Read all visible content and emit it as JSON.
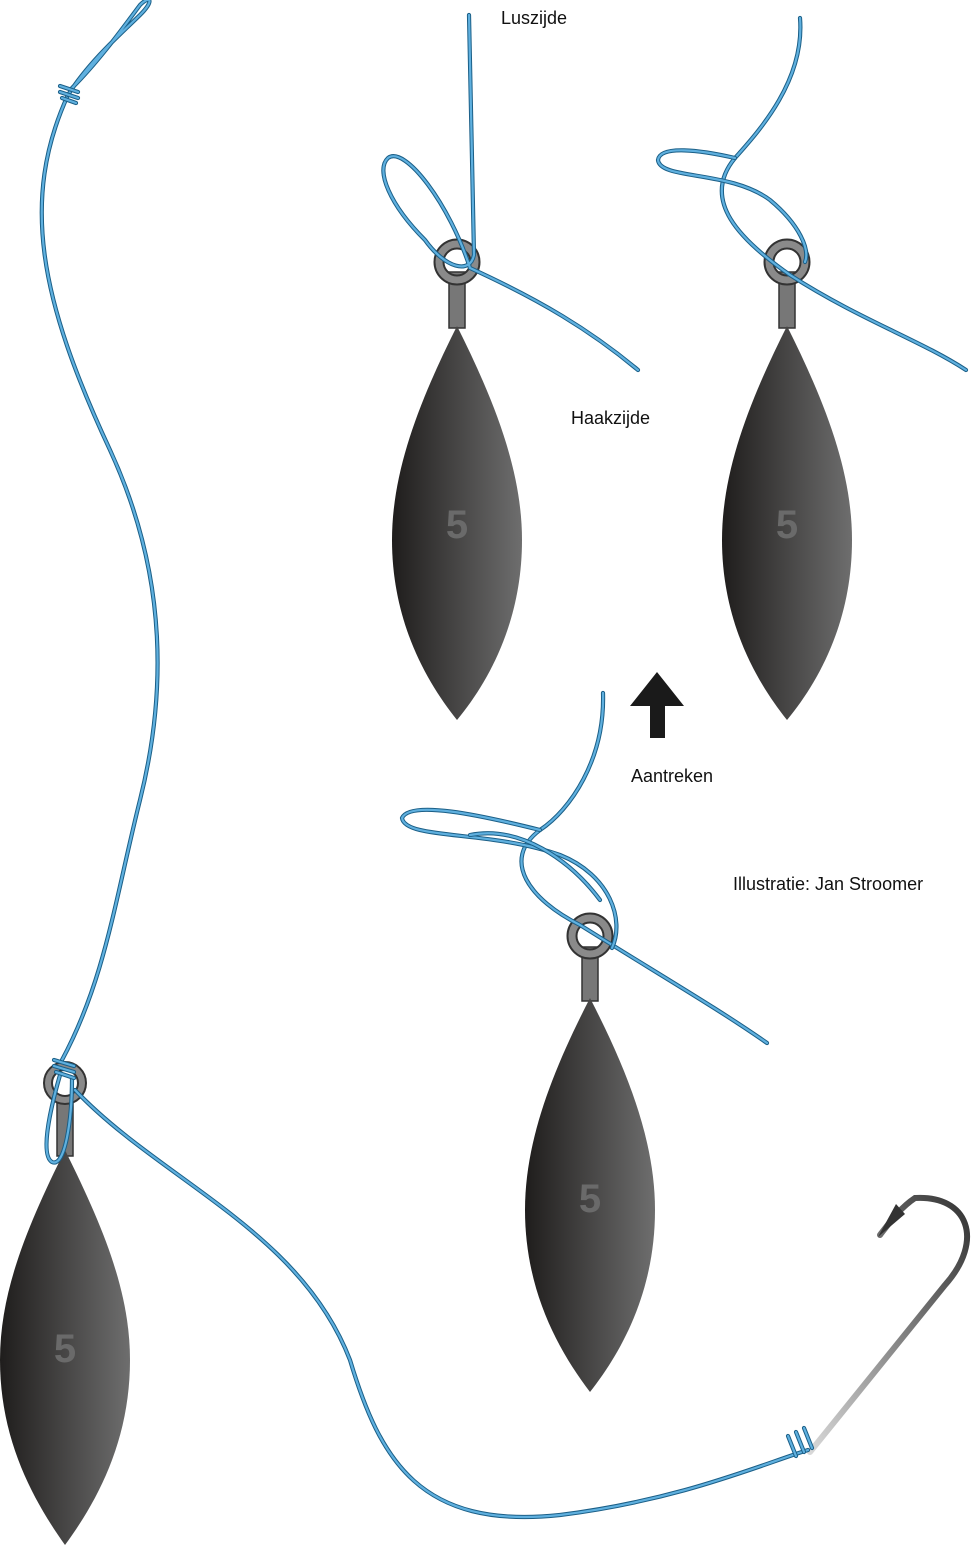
{
  "labels": {
    "loop_side": "Luszijde",
    "hook_side": "Haakzijde",
    "tighten": "Aantreken",
    "credit": "Illustratie: Jan Stroomer"
  },
  "sinkers": {
    "number": "5"
  },
  "colors": {
    "line": "#5fb0df",
    "line_edge": "#1b5f87",
    "sinker_dark": "#1f1d1c",
    "sinker_light": "#6e6e6e",
    "arrow": "#1a1a1a"
  }
}
